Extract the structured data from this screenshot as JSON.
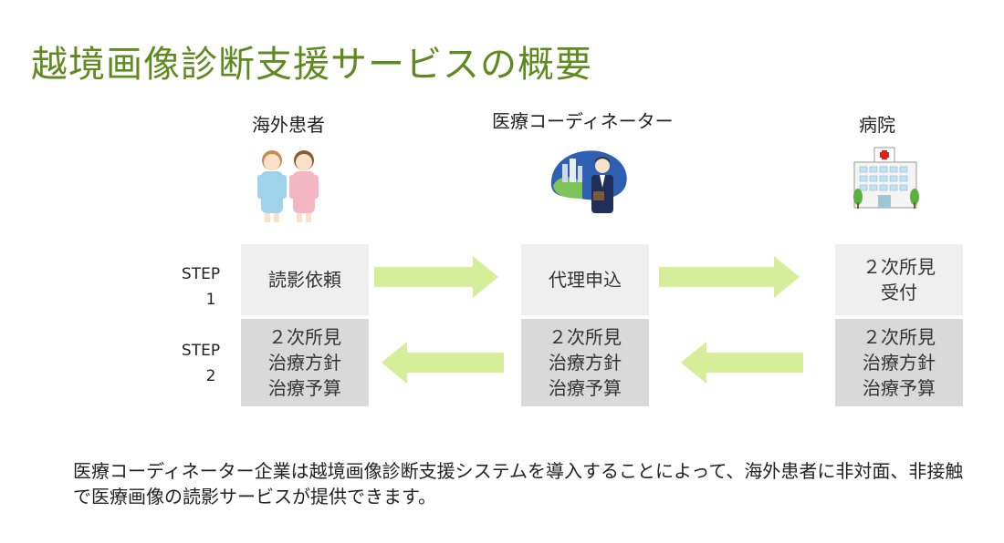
{
  "title": "越境画像診断支援サービスの概要",
  "actors": {
    "patient": "海外患者",
    "coordinator": "医療コーディネーター",
    "hospital": "病院"
  },
  "steps": [
    {
      "label_line1": "STEP",
      "label_line2": "1"
    },
    {
      "label_line1": "STEP",
      "label_line2": "2"
    }
  ],
  "step1": {
    "patient_box": [
      "読影依頼"
    ],
    "coordinator_box": [
      "代理申込"
    ],
    "hospital_box": [
      "２次所見",
      "受付"
    ]
  },
  "step2": {
    "patient_box": [
      "２次所見",
      "治療方針",
      "治療予算"
    ],
    "coordinator_box": [
      "２次所見",
      "治療方針",
      "治療予算"
    ],
    "hospital_box": [
      "２次所見",
      "治療方針",
      "治療予算"
    ]
  },
  "description": "医療コーディネーター企業は越境画像診断支援システムを導入することによって、海外患者に非対面、非接触で医療画像の読影サービスが提供できます。",
  "colors": {
    "title": "#5f8a1f",
    "arrow": "#d6ee9a",
    "box_step1": "#efefef",
    "box_step2": "#d9d9d9"
  }
}
